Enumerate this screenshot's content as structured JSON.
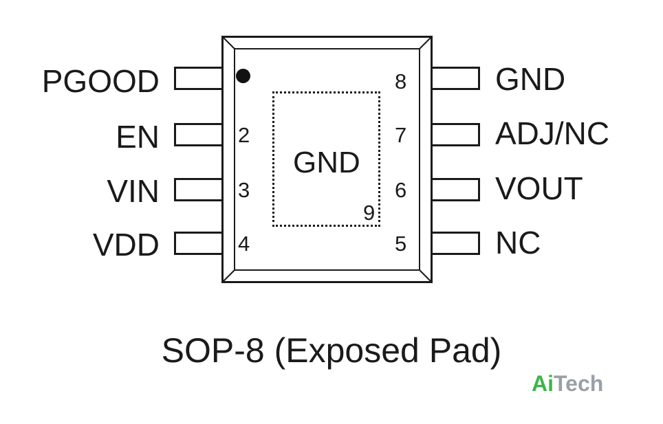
{
  "diagram": {
    "package_label": "SOP-8 (Exposed Pad)",
    "exposed_pad": {
      "label": "GND",
      "number": "9"
    },
    "left_pins": [
      {
        "number": "",
        "name": "PGOOD"
      },
      {
        "number": "2",
        "name": "EN"
      },
      {
        "number": "3",
        "name": "VIN"
      },
      {
        "number": "4",
        "name": "VDD"
      }
    ],
    "right_pins": [
      {
        "number": "8",
        "name": "GND"
      },
      {
        "number": "7",
        "name": "ADJ/NC"
      },
      {
        "number": "6",
        "name": "VOUT"
      },
      {
        "number": "5",
        "name": "NC"
      }
    ]
  },
  "watermark": {
    "brand_part1": "Ai",
    "brand_part2": "Tech",
    "colors": {
      "ai": "#3cb54a",
      "tech": "#9aa0a6"
    }
  }
}
